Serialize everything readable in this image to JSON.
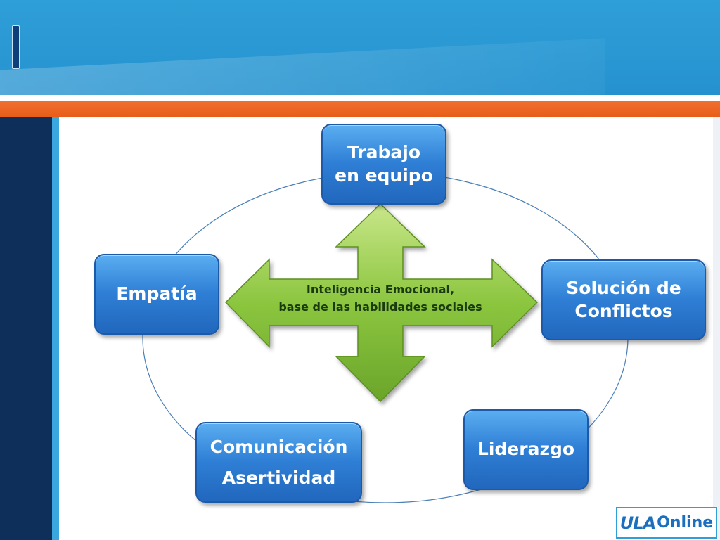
{
  "slide": {
    "colors": {
      "header_blue": "#2a97d3",
      "accent_orange": "#e85d18",
      "side_navy": "#0d2f5a",
      "node_blue": "#2f7fd6",
      "arrow_green": "#8cc63f"
    }
  },
  "diagram": {
    "center": {
      "line1": "Inteligencia Emocional,",
      "line2": "base de las habilidades sociales"
    },
    "nodes": [
      {
        "id": "trabajo",
        "lines": [
          "Trabajo",
          "en equipo"
        ]
      },
      {
        "id": "solucion",
        "lines": [
          "Solución de",
          "Conflictos"
        ]
      },
      {
        "id": "liderazgo",
        "lines": [
          "Liderazgo"
        ]
      },
      {
        "id": "comunicacion",
        "lines": [
          "Comunicación",
          "Asertividad"
        ]
      },
      {
        "id": "empatia",
        "lines": [
          "Empatía"
        ]
      }
    ]
  },
  "logo": {
    "brand": "ULA",
    "suffix": "Online"
  }
}
